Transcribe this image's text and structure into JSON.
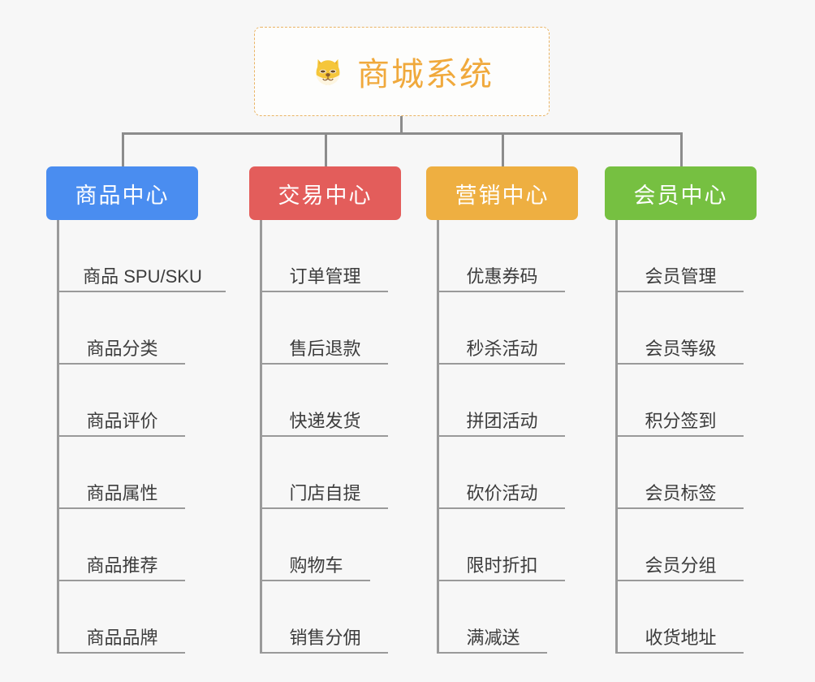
{
  "canvas": {
    "background": "#f7f7f7",
    "line_color": "#8c8c8c"
  },
  "root": {
    "icon": "shiba-dog-emoji",
    "title": "商城系统",
    "title_color": "#f0a93c",
    "border_color": "#eab464",
    "border_style": "dashed"
  },
  "categories": [
    {
      "label": "商品中心",
      "color": "#4a8df0",
      "items": [
        "商品 SPU/SKU",
        "商品分类",
        "商品评价",
        "商品属性",
        "商品推荐",
        "商品品牌"
      ]
    },
    {
      "label": "交易中心",
      "color": "#e35d5b",
      "items": [
        "订单管理",
        "售后退款",
        "快递发货",
        "门店自提",
        "购物车",
        "销售分佣"
      ]
    },
    {
      "label": "营销中心",
      "color": "#eeaf41",
      "items": [
        "优惠券码",
        "秒杀活动",
        "拼团活动",
        "砍价活动",
        "限时折扣",
        "满减送"
      ]
    },
    {
      "label": "会员中心",
      "color": "#76c041",
      "items": [
        "会员管理",
        "会员等级",
        "积分签到",
        "会员标签",
        "会员分组",
        "收货地址"
      ]
    }
  ]
}
